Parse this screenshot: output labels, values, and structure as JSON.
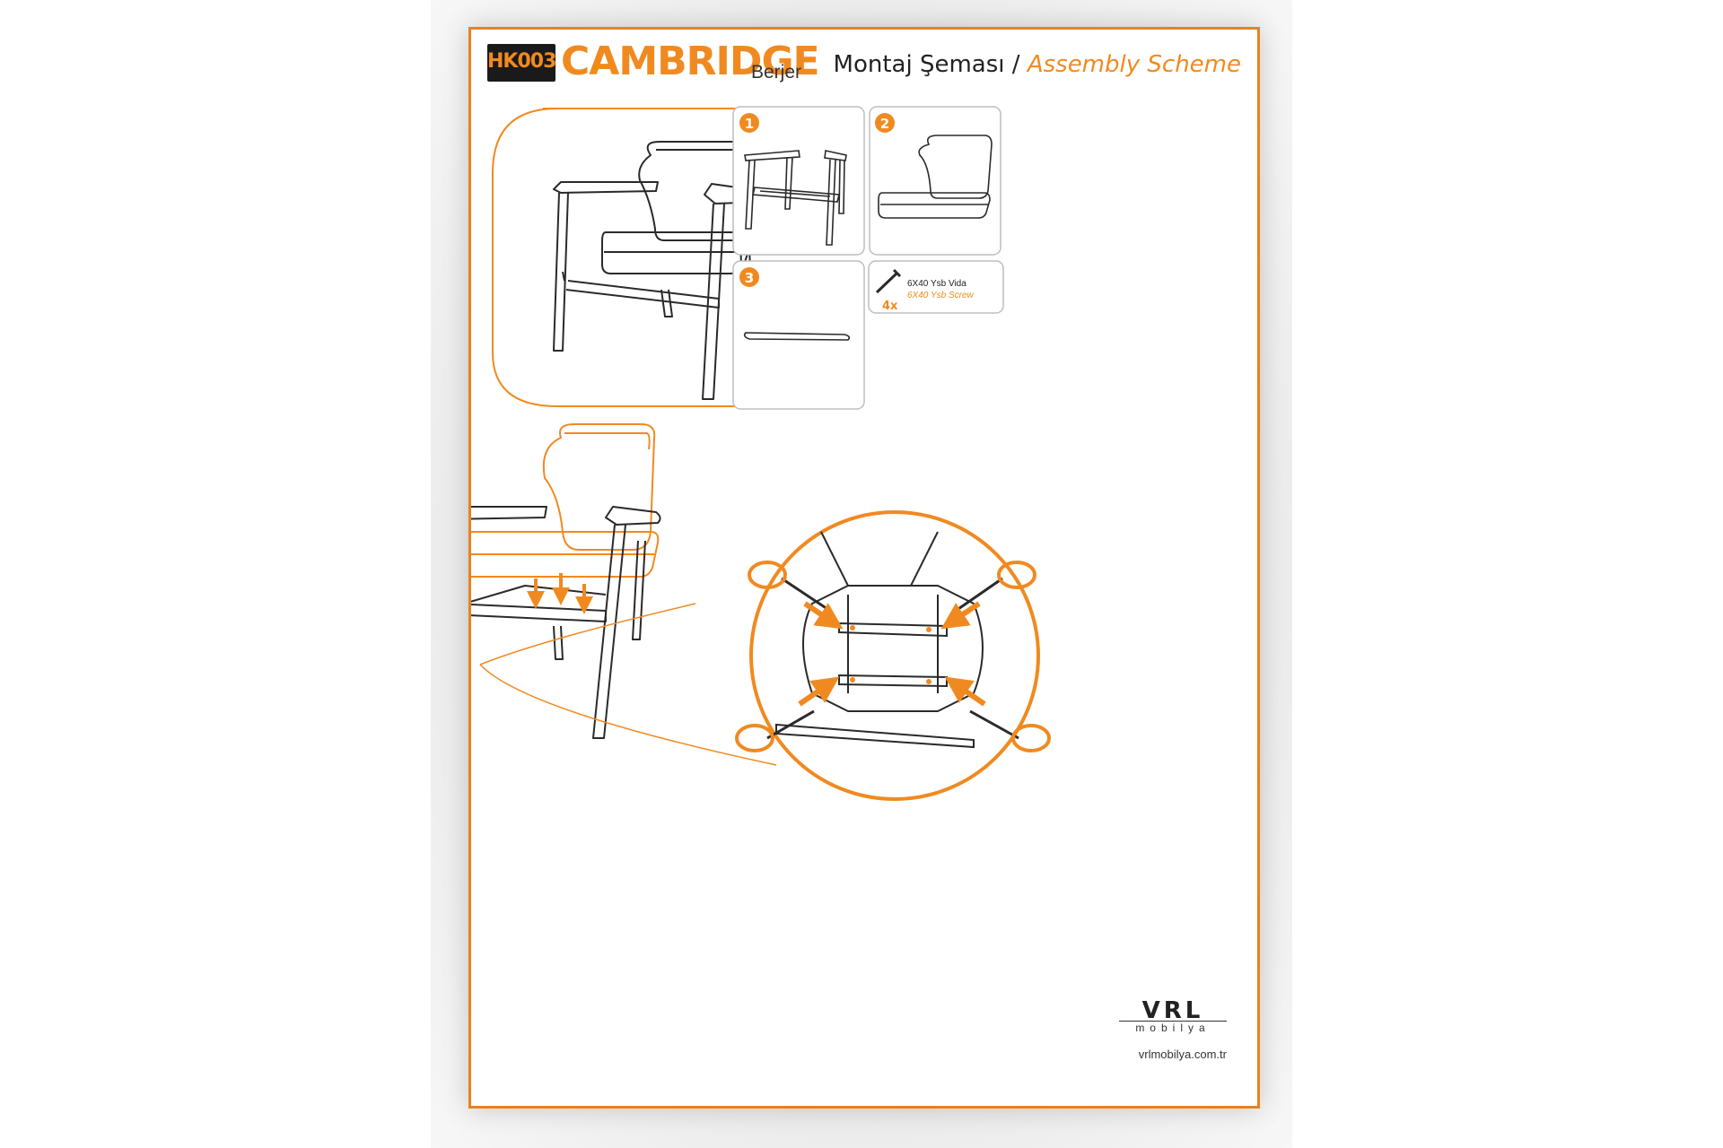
{
  "header": {
    "code": "HK003",
    "product_name": "CAMBRIDGE",
    "product_type": "Berjer",
    "title_tr": "Montaj Şeması",
    "title_sep": "/",
    "title_en": "Assembly Scheme"
  },
  "steps": [
    {
      "number": "1"
    },
    {
      "number": "2"
    },
    {
      "number": "3"
    }
  ],
  "hardware": {
    "quantity": "4x",
    "name_tr": "6X40 Ysb Vida",
    "name_en": "6X40 Ysb Screw"
  },
  "brand": {
    "logo": "VRL",
    "sub": "mobilya",
    "website": "vrlmobilya.com.tr"
  },
  "colors": {
    "accent": "#f08a20",
    "line": "#2a2a2a",
    "panel_border": "#bdbdbd"
  }
}
